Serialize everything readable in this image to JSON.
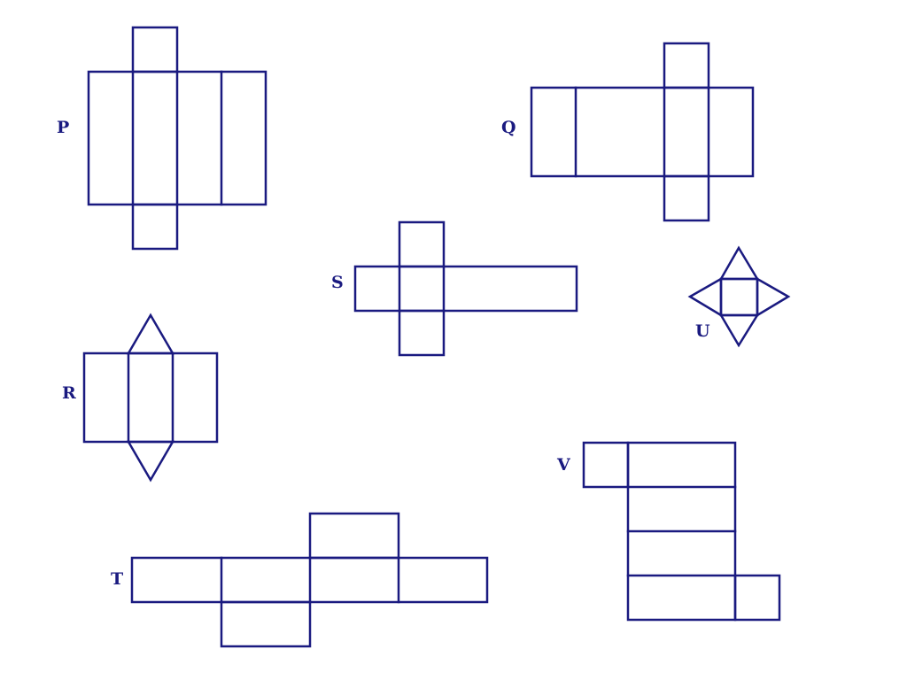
{
  "style": {
    "stroke_color": "#1a1a80",
    "label_color": "#1a1a80",
    "background": "#ffffff"
  },
  "nets": [
    {
      "id": "P",
      "label": "P"
    },
    {
      "id": "Q",
      "label": "Q"
    },
    {
      "id": "R",
      "label": "R"
    },
    {
      "id": "S",
      "label": "S"
    },
    {
      "id": "T",
      "label": "T"
    },
    {
      "id": "U",
      "label": "U"
    },
    {
      "id": "V",
      "label": "V"
    }
  ]
}
